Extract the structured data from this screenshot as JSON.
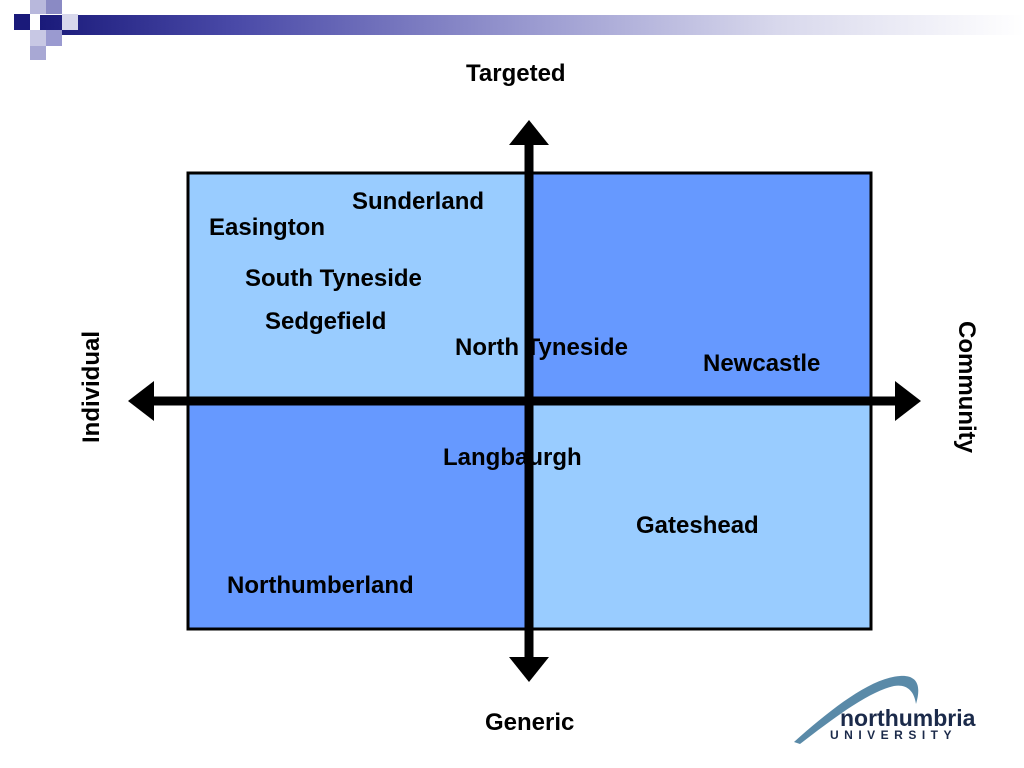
{
  "axes": {
    "top": "Targeted",
    "bottom": "Generic",
    "left": "Individual",
    "right": "Community"
  },
  "quadrant_colors": {
    "light": "#99ccff",
    "dark": "#6699ff"
  },
  "places": {
    "sunderland": "Sunderland",
    "easington": "Easington",
    "south_tyneside": "South Tyneside",
    "sedgefield": "Sedgefield",
    "north_tyneside": "North Tyneside",
    "newcastle": "Newcastle",
    "langbaurgh": "Langbaurgh",
    "gateshead": "Gateshead",
    "northumberland": "Northumberland"
  },
  "logo": {
    "name": "northumbria",
    "subtitle": "UNIVERSITY"
  }
}
